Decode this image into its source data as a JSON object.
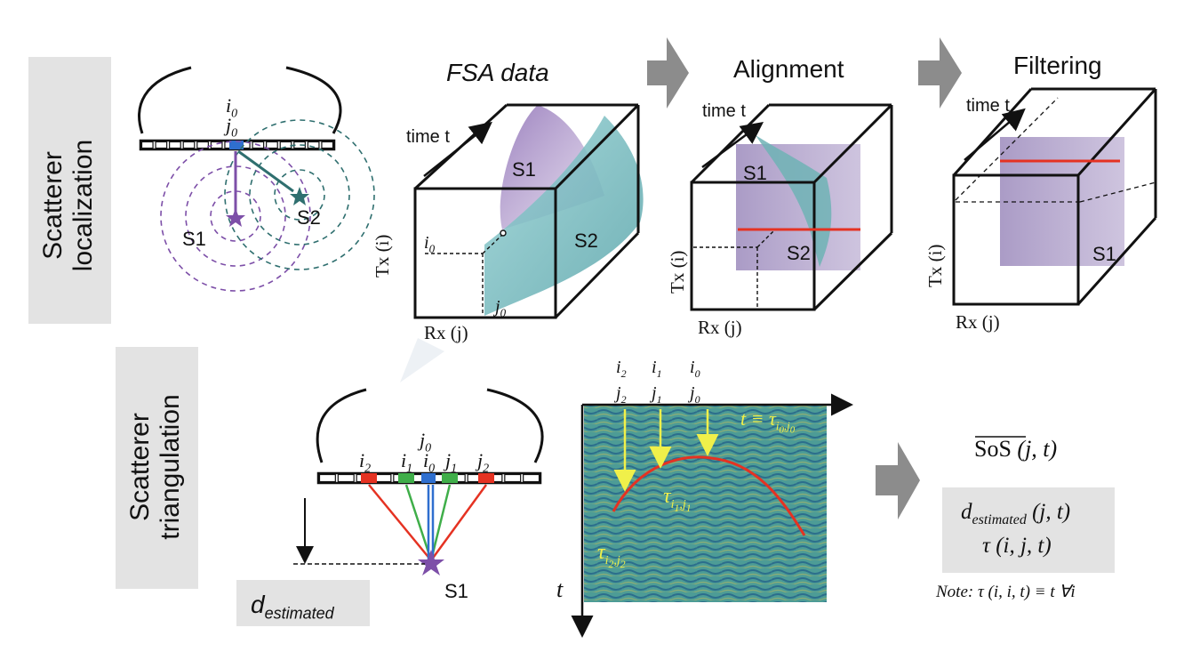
{
  "sections": {
    "localization": "Scatterer\nlocalization",
    "triangulation": "Scatterer\ntriangulation"
  },
  "titles": {
    "fsa": "FSA data",
    "alignment": "Alignment",
    "filtering": "Filtering"
  },
  "labels": {
    "time": "time t",
    "s1": "S1",
    "s2": "S2",
    "tx": "Tx (i)",
    "rx": "Rx (j)",
    "i0": "i0",
    "j0": "j0",
    "i1": "i1",
    "j1": "j1",
    "i2": "i2",
    "j2": "j2",
    "t_axis": "t",
    "t_eq": "t ≡ τ",
    "tau": "τ",
    "d_estimated_box": "d estimated"
  },
  "outputs": {
    "sos": "SoS (j, t)",
    "d_est": "d estimated (j, t)",
    "tau": "τ (i, j, t)",
    "note": "Note: τ (i, i, t) ≡ t  ∀i"
  },
  "colors": {
    "purple": "#7d4fa8",
    "teal": "#2f6f6f",
    "red": "#e53222",
    "green": "#3fae49",
    "blue": "#2f6fcf",
    "yellow": "#f0f04a",
    "grey_box": "#e3e3e3",
    "arrow_grey": "#8c8c8c"
  }
}
